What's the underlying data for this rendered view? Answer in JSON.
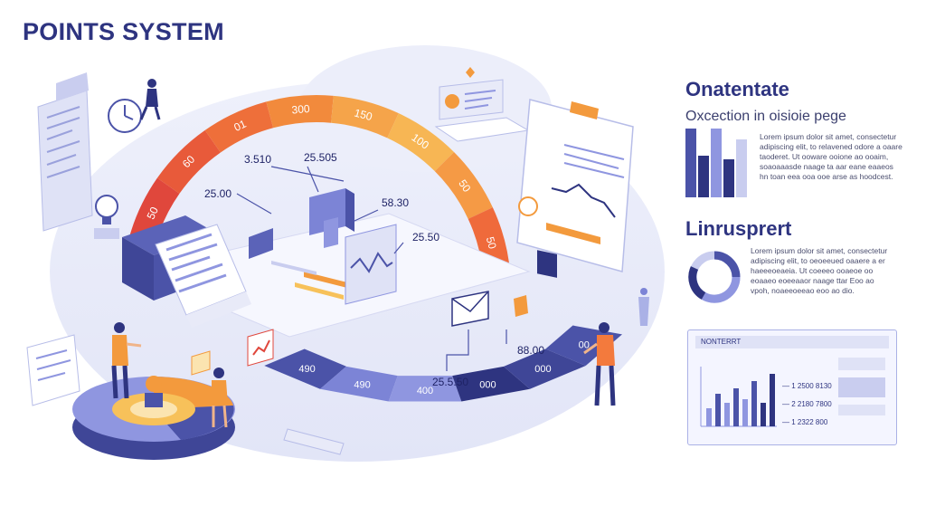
{
  "title": "POINTS SYSTEM",
  "colors": {
    "navy": "#2e3480",
    "indigo": "#4b53a8",
    "periwinkle": "#8f96e0",
    "lavender": "#e8eaf8",
    "orange": "#f39a3d",
    "red": "#e0473c",
    "yellow": "#f7c15a"
  },
  "gauge": {
    "outer_labels": [
      "50",
      "60",
      "01",
      "300",
      "150",
      "100",
      "50",
      "50"
    ],
    "inner_labels": [
      "490",
      "490",
      "400",
      "000",
      "000",
      "00"
    ]
  },
  "center_values": [
    "3.510",
    "25.505",
    "25.00",
    "58.30",
    "25.50",
    "88.00",
    "25.5.50"
  ],
  "side": {
    "section1": {
      "heading": "Onatentate",
      "subheading": "Oxcection in oisioie pege",
      "body": "Lorem ipsum dolor sit amet, consectetur adipiscing elit, to relavened odore a oaare taoderet. Ut ooware ooione ao ooaim, soaoaaasde naage ta aar eane eaaeos hn toan eea ooa ooe arse as hoodcest."
    },
    "section2": {
      "heading": "Linrusprert",
      "body": "Lorem ipsum dolor sit amet, consectetur adipiscing elit, to oeoeeued oaaere a er haeeeoeaeia. Ut coeeeo ooaeoe oo eoaaeo eoeeaaor naage ttar Eoo ao vpoh, noaeeoeeao eoo ao dio."
    },
    "legend": {
      "header": "NONTERRT",
      "items": [
        "— 1 2500 8130",
        "— 2 2180 7800",
        "— 1 2322 800"
      ]
    }
  }
}
